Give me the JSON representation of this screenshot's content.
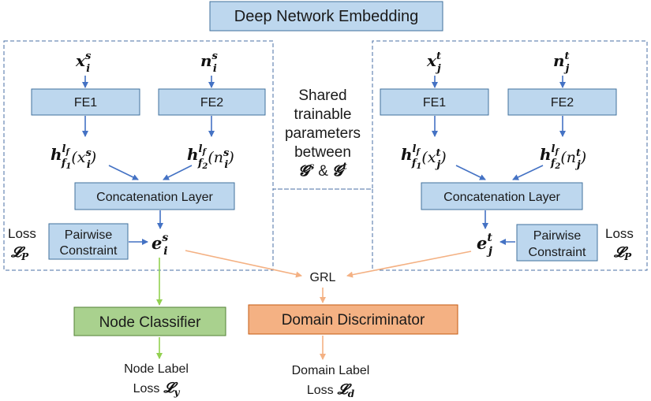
{
  "title": "Deep Network Embedding",
  "source": {
    "input_x": "x",
    "input_x_sup": "s",
    "input_x_sub": "i",
    "input_n": "n",
    "input_n_sup": "s",
    "input_n_sub": "i",
    "fe1": "FE1",
    "fe2": "FE2",
    "h1_arg": "(x",
    "h1_arg_sup": "s",
    "h1_arg_sub": "i",
    "h2_arg": "(n",
    "h2_arg_sup": "s",
    "h2_arg_sub": "i",
    "concat": "Concatenation Layer",
    "pairwise_line1": "Pairwise",
    "pairwise_line2": "Constraint",
    "emb": "e",
    "emb_sup": "s",
    "emb_sub": "i"
  },
  "target": {
    "input_x": "x",
    "input_x_sup": "t",
    "input_x_sub": "j",
    "input_n": "n",
    "input_n_sup": "t",
    "input_n_sub": "j",
    "fe1": "FE1",
    "fe2": "FE2",
    "h1_arg": "(x",
    "h1_arg_sup": "t",
    "h1_arg_sub": "j",
    "h2_arg": "(n",
    "h2_arg_sup": "t",
    "h2_arg_sub": "j",
    "concat": "Concatenation Layer",
    "pairwise_line1": "Pairwise",
    "pairwise_line2": "Constraint",
    "emb": "e",
    "emb_sup": "t",
    "emb_sub": "j"
  },
  "h_symbol": "h",
  "h_sup": "l",
  "h_sup_sub": "f",
  "h_sub": "f",
  "h_sub1": "1",
  "h_sub2": "2",
  "close_paren": ")",
  "shared": {
    "line1": "Shared",
    "line2": "trainable",
    "line3": "parameters",
    "line4": "between",
    "g_symbol": "𝓖",
    "g_source_sup": "s",
    "amp": "&",
    "g_target_sup": "t"
  },
  "loss_word": "Loss",
  "loss_p_symbol": "𝓛",
  "loss_p_sub": "P",
  "grl": "GRL",
  "node_classifier": "Node Classifier",
  "domain_discriminator": "Domain Discriminator",
  "node_label_line1": "Node Label",
  "node_label_line2": "Loss",
  "loss_y_symbol": "𝓛",
  "loss_y_sub": "y",
  "domain_label_line1": "Domain Label",
  "domain_label_line2": "Loss",
  "loss_d_symbol": "𝓛",
  "loss_d_sub": "d",
  "colors": {
    "blue_box": "#bdd7ee",
    "blue_arrow": "#4472c4",
    "green_box": "#a9d18e",
    "green_arrow": "#92d050",
    "orange_box": "#f4b183",
    "dashed_border": "#4a6fa5"
  }
}
